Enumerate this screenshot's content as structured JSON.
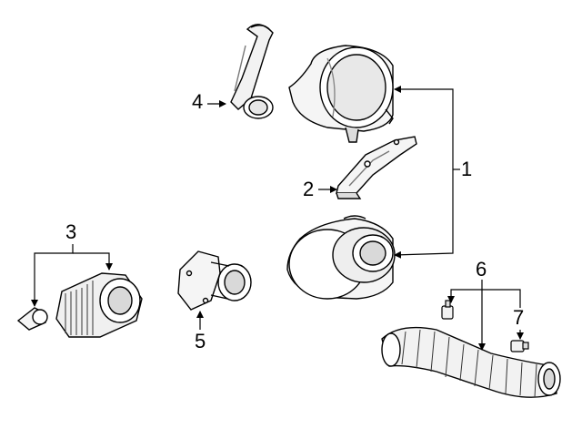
{
  "callouts": {
    "c1": "1",
    "c2": "2",
    "c3": "3",
    "c4": "4",
    "c5": "5",
    "c6": "6",
    "c7": "7"
  },
  "colors": {
    "line": "#000000",
    "part_fill": "#ffffff",
    "shade": "#d9d9d9",
    "dark": "#8a8a8a"
  }
}
